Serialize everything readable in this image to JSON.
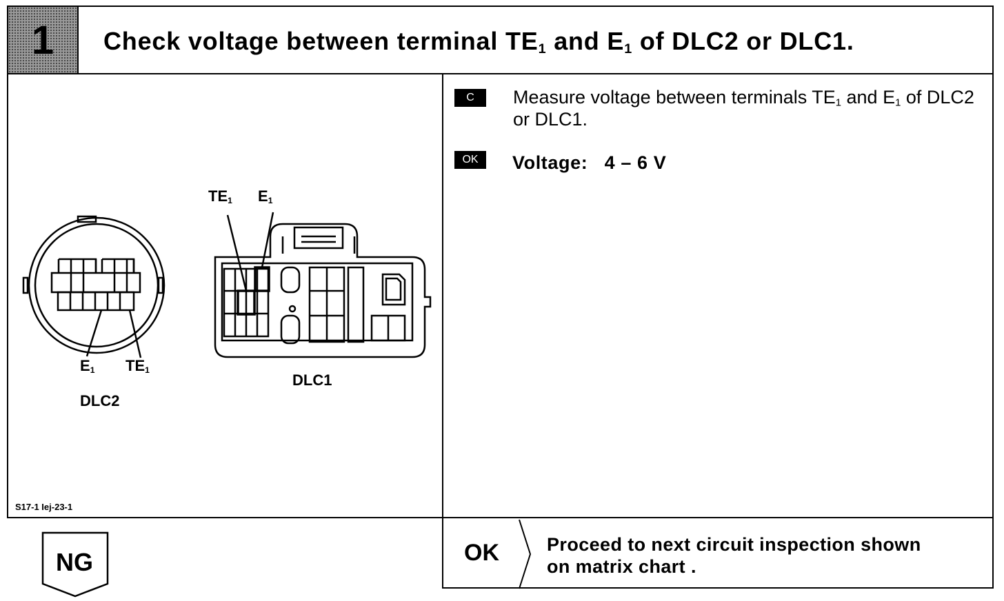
{
  "header": {
    "step_number": "1",
    "title_parts": [
      "Check voltage between terminal TE",
      "1",
      " and E",
      "1",
      " of DLC2 or DLC1."
    ]
  },
  "diagram": {
    "dlc2_label": "DLC2",
    "dlc1_label": "DLC1",
    "dlc2_terminals": [
      [
        "E",
        "1"
      ],
      [
        "TE",
        "1"
      ]
    ],
    "dlc1_terminals": [
      [
        "TE",
        "1"
      ],
      [
        "E",
        "1"
      ]
    ],
    "figure_code": "S17-1 Iej-23-1"
  },
  "instructions": {
    "c_tag": "C",
    "measure_parts": [
      "Measure voltage between terminals TE",
      "1",
      " and E",
      "1",
      " of DLC2 or DLC1."
    ],
    "ok_tag": "OK",
    "voltage_label": "Voltage:",
    "voltage_value": "4 – 6 V"
  },
  "result_ok": {
    "label": "OK",
    "text_line1": "Proceed to next circuit inspection shown",
    "text_line2": "on matrix chart ."
  },
  "result_ng": {
    "label": "NG"
  }
}
